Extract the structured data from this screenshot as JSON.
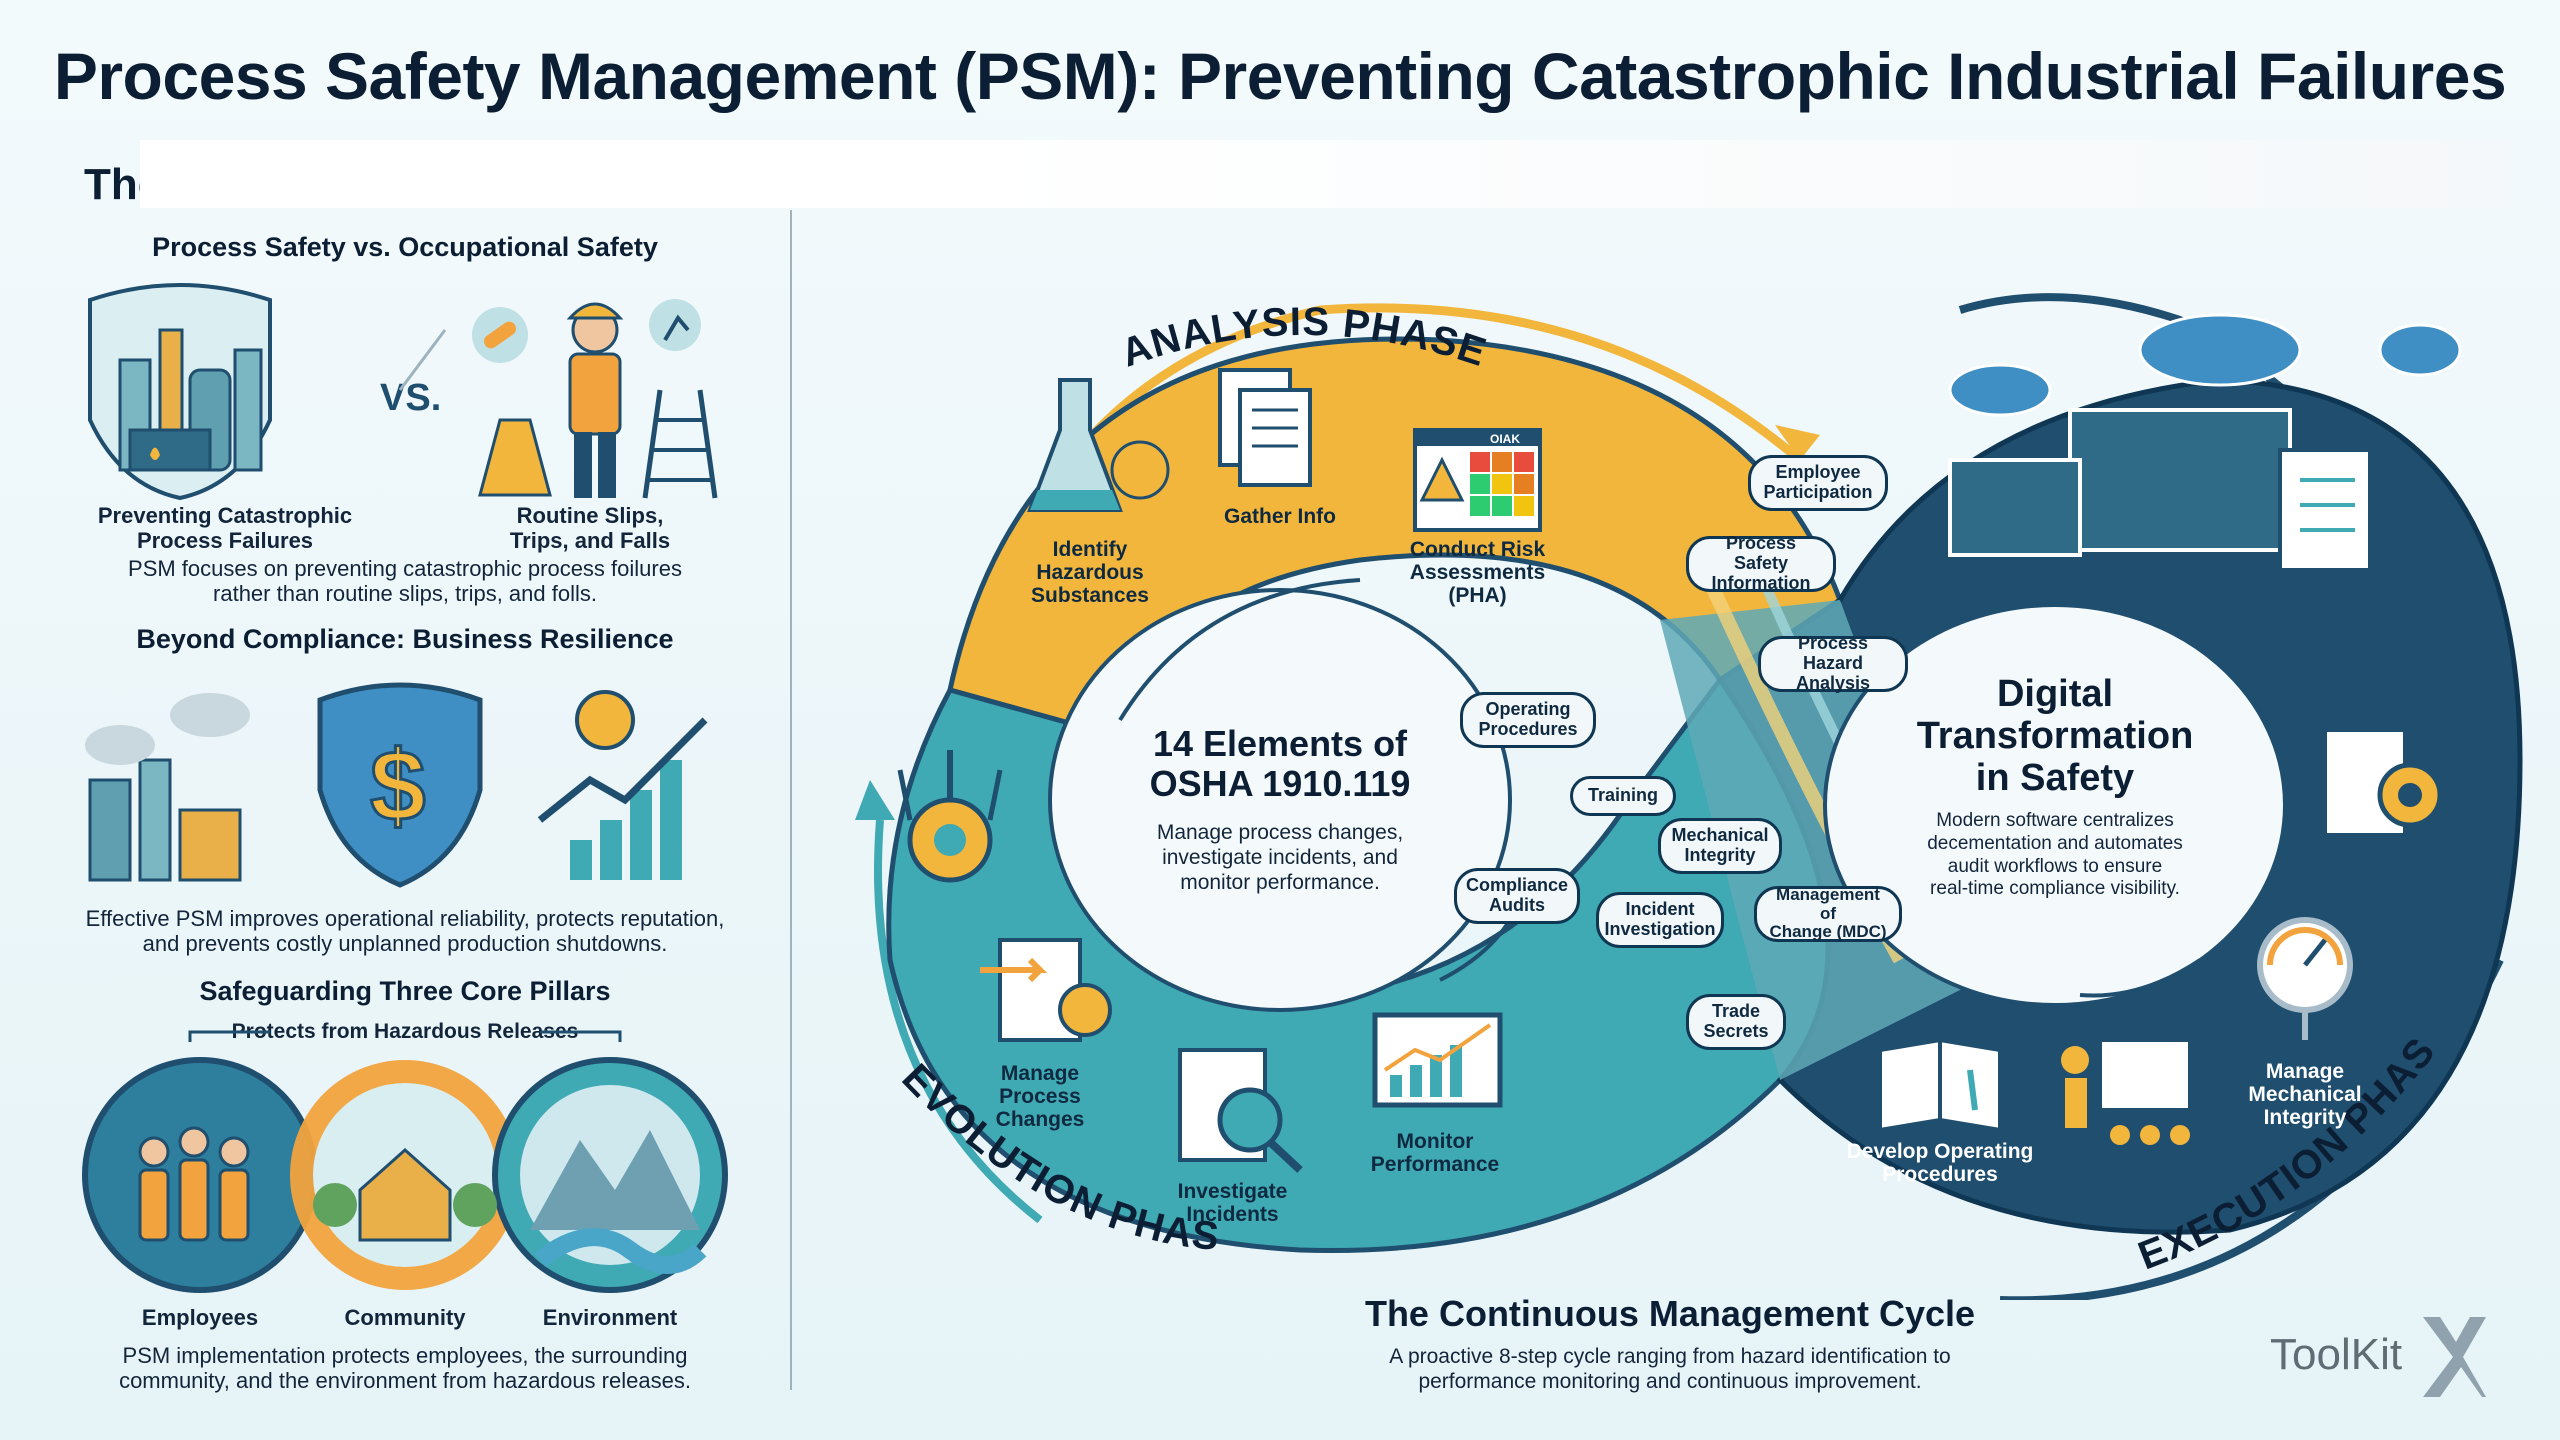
{
  "title": "Process Safety Management (PSM): Preventing Catastrophic Industrial Failures",
  "section_title": "The",
  "left": {
    "block1": {
      "heading": "Process Safety vs. Occupational Safety",
      "vs": "VS.",
      "left_label": [
        "Preventing Catastrophic",
        "Process Failures"
      ],
      "right_label": [
        "Routine Slips,",
        "Trips, and Falls"
      ],
      "caption": [
        "PSM focuses on preventing catastrophic process foilures",
        "rather than routine slips, trips, and folls."
      ]
    },
    "block2": {
      "heading": "Beyond Compliance: Business Resilience",
      "caption": [
        "Effective PSM improves operational reliability, protects reputation,",
        "and prevents costly unplanned production shutdowns."
      ]
    },
    "block3": {
      "heading": "Safeguarding Three Core Pillars",
      "bracket": "Protects from Hazardous Releases",
      "pillars": [
        "Employees",
        "Community",
        "Environment"
      ],
      "caption": [
        "PSM implementation protects employees, the surrounding",
        "community, and the environment from hazardous releases."
      ]
    }
  },
  "phases": {
    "analysis": "ANALYSIS PHASE",
    "evolution": "EVOLUTION PHASE",
    "execution": "EXECUTION PHASE"
  },
  "analysis_steps": [
    [
      "Identify",
      "Hazardous",
      "Substances"
    ],
    [
      "Gather Info"
    ],
    [
      "Conduct Risk",
      "Assessments",
      "(PHA)"
    ]
  ],
  "matrix_label": "OIAK",
  "evolution_steps": [
    [
      "Manage",
      "Process",
      "Changes"
    ],
    [
      "Investigate",
      "Incidents"
    ],
    [
      "Monitor",
      "Performance"
    ]
  ],
  "execution_steps": [
    [
      "Develop Operating",
      "Procedures"
    ],
    [
      "Manage",
      "Mechanical",
      "Integrity"
    ]
  ],
  "center_left": {
    "heading": [
      "14 Elements of",
      "OSHA 1910.119"
    ],
    "body": [
      "Manage process changes,",
      "investigate incidents, and",
      "monitor performance."
    ]
  },
  "center_right": {
    "heading": [
      "Digital",
      "Transformation",
      "in Safety"
    ],
    "body": [
      "Modern software centralizes",
      "decementation and automates",
      "audit workflows to ensure",
      "real-time compliance visibility."
    ]
  },
  "elements": {
    "employee_participation": [
      "Employee",
      "Participation"
    ],
    "process_safety_information": [
      "Process Safety",
      "Information"
    ],
    "process_hazard_analysis": [
      "Process",
      "Hazard Analysis"
    ],
    "operating_procedures": [
      "Operating",
      "Procedures"
    ],
    "training": [
      "Training"
    ],
    "mechanical_integrity": [
      "Mechanical",
      "Integrity"
    ],
    "compliance_audits": [
      "Compliance",
      "Audits"
    ],
    "incident_investigation": [
      "Incident",
      "Investigation"
    ],
    "management_of_change": [
      "Management of",
      "Change (MDC)"
    ],
    "trade_secrets": [
      "Trade",
      "Secrets"
    ]
  },
  "cycle": {
    "heading": "The Continuous Management Cycle",
    "body": [
      "A proactive 8-step cycle ranging from hazard identification to",
      "performance monitoring and continuous improvement."
    ]
  },
  "logo": "ToolKit",
  "colors": {
    "orange": "#f2b63d",
    "teal": "#3fa9b4",
    "navy": "#1f4e6e",
    "dark_navy": "#0f3652",
    "dollar": "#f2b63d"
  }
}
